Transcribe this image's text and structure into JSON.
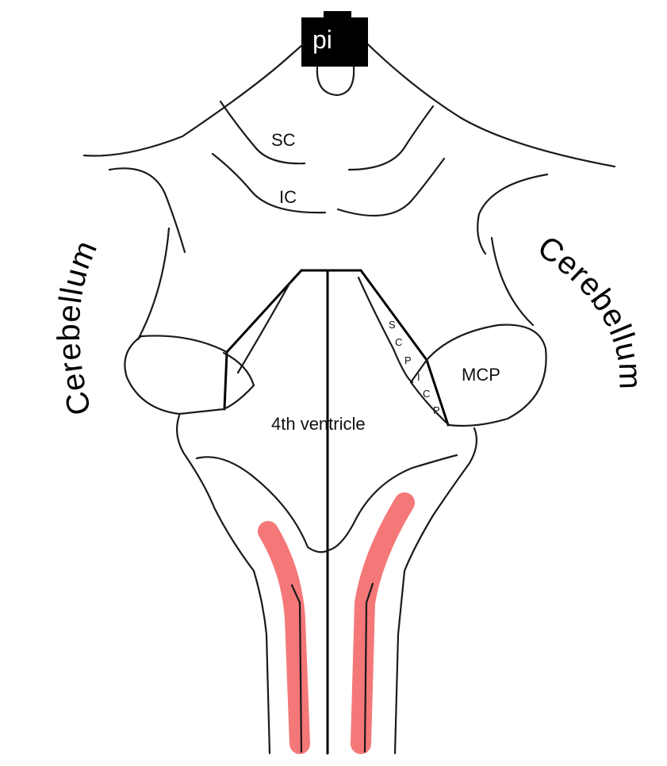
{
  "tag": {
    "text": "pi",
    "bg_color": "#000000",
    "text_color": "#ffffff"
  },
  "labels": {
    "sc": "SC",
    "ic": "IC",
    "mcp": "MCP",
    "fourth_ventricle": "4th ventricle",
    "cerebellum_left": "Cerebellum",
    "cerebellum_right": "Cerebellum",
    "scp_letters": [
      "S",
      "C",
      "P"
    ],
    "icp_letters": [
      "I",
      "C",
      "P"
    ]
  },
  "colors": {
    "highlight": "#f57878",
    "line": "#1a1a1a"
  }
}
